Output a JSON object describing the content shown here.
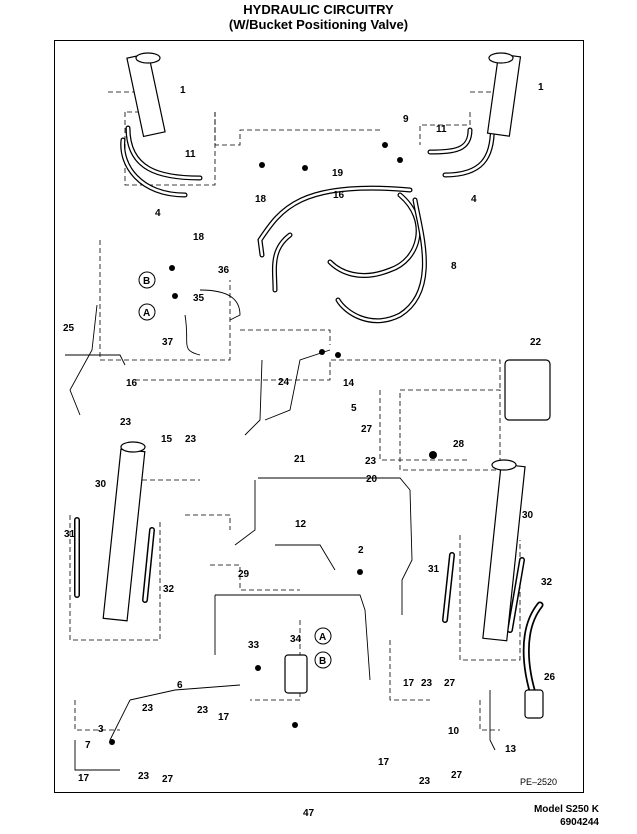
{
  "header": {
    "title": "HYDRAULIC CIRCUITRY",
    "subtitle": "(W/Bucket Positioning Valve)"
  },
  "diagram": {
    "reference": "PE–2520",
    "callouts": [
      "1",
      "1",
      "4",
      "4",
      "9",
      "11",
      "11",
      "8",
      "16",
      "18",
      "18",
      "19",
      "22",
      "36",
      "35",
      "37",
      "25",
      "24",
      "14",
      "16",
      "15",
      "23",
      "23",
      "5",
      "27",
      "28",
      "23",
      "20",
      "21",
      "12",
      "2",
      "30",
      "30",
      "31",
      "32",
      "31",
      "32",
      "29",
      "33",
      "34",
      "26",
      "6",
      "3",
      "23",
      "23",
      "17",
      "7",
      "17",
      "23",
      "27",
      "17",
      "23",
      "27",
      "10",
      "13",
      "17",
      "23",
      "27"
    ],
    "circle_labels": [
      "A",
      "B",
      "A",
      "B"
    ]
  },
  "footer": {
    "page_number": "47",
    "model": "Model S250 K",
    "part_number": "6904244"
  },
  "colors": {
    "ink": "#000000",
    "paper": "#ffffff"
  }
}
